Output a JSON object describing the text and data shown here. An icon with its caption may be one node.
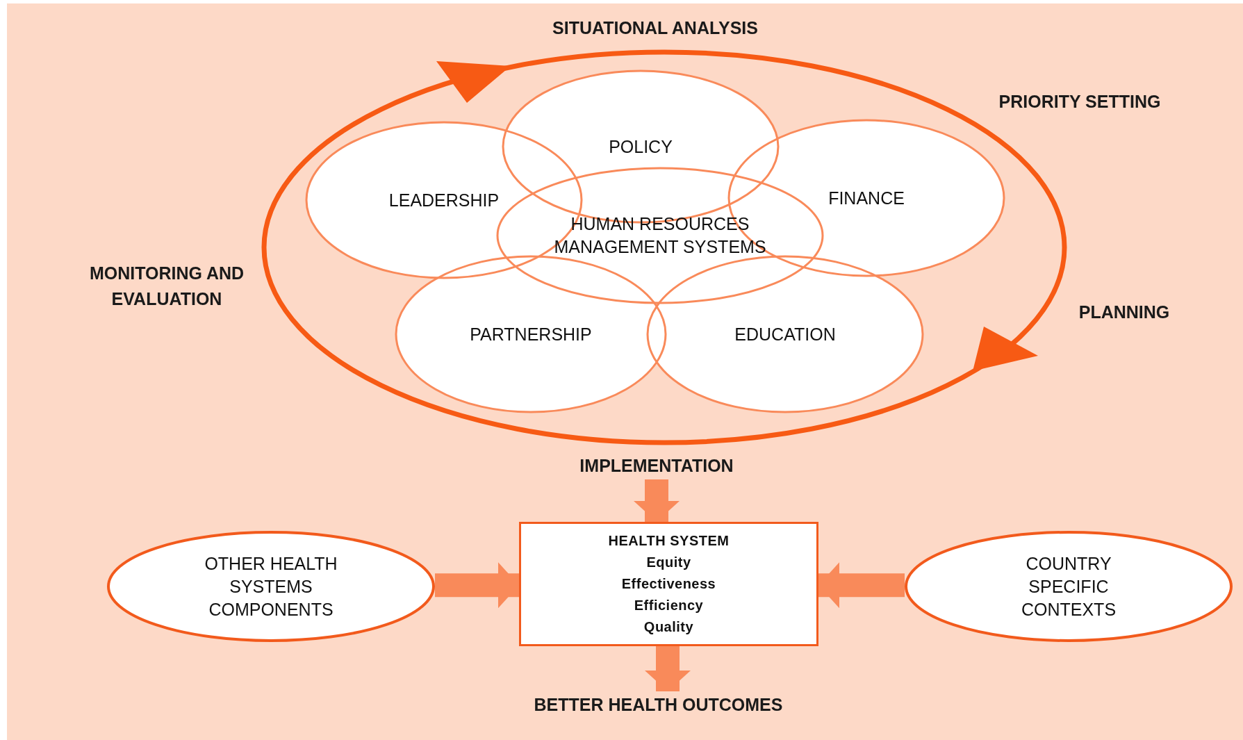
{
  "diagram": {
    "nodes": [
      {
        "text": [
          "POLICY"
        ]
      },
      {
        "text": [
          "LEADERSHIP"
        ]
      },
      {
        "text": [
          "HUMAN RESOURCES MANAGEMENT SYSTEMS"
        ]
      },
      {
        "text": [
          "FINANCE"
        ]
      },
      {
        "text": [
          "PARTNERSHIP"
        ]
      },
      {
        "text": [
          "EDUCATION"
        ]
      },
      {
        "text": [
          "IMPLEMENTATION"
        ]
      },
      {
        "text": [
          "OTHER HEALTH SYSTEMS COMPONENTS"
        ]
      },
      {
        "text": [
          "HEALTH SYSTEM",
          "Equity",
          "Effectiveness",
          "Efficiency",
          "Quality"
        ]
      },
      {
        "text": [
          "COUNTRY SPECIFIC CONTEXTS"
        ]
      },
      {
        "text": [
          "BETTER HEALTH OUTCOMES"
        ]
      }
    ],
    "edges": [
      {
        "from": 6,
        "to": 8,
        "arrow": "to"
      },
      {
        "from": 7,
        "to": 8,
        "arrow": "to"
      },
      {
        "from": 9,
        "to": 8,
        "arrow": "to"
      },
      {
        "from": 8,
        "to": 10,
        "arrow": "to"
      }
    ],
    "labels": [
      "SITUATIONAL ANALYSIS",
      "PRIORITY SETTING",
      "MONITORING AND EVALUATION",
      "PLANNING"
    ]
  }
}
